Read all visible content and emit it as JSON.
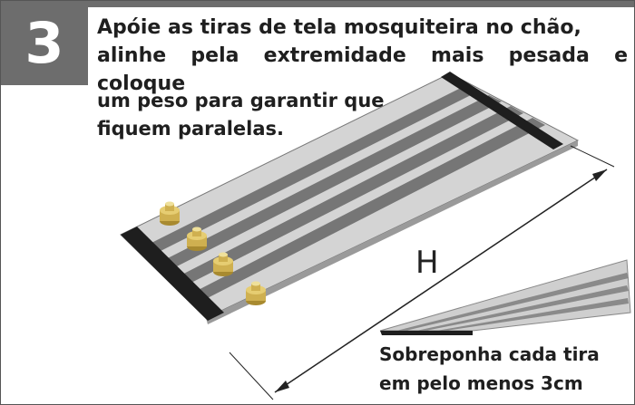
{
  "step": {
    "number": "3"
  },
  "instructions": {
    "line1": "Apóie as tiras de tela mosquiteira no chão,",
    "line2": "alinhe pela extremidade mais pesada e coloque",
    "line3": "um peso para garantir que",
    "line4": "fiquem paralelas."
  },
  "dimension": {
    "label": "H"
  },
  "note": {
    "line1": "Sobreponha cada tira",
    "line2": "em pelo menos 3cm"
  },
  "colors": {
    "step_box": "#6d6d6d",
    "mesh": "#c9c9c9",
    "strip": "#7a7a7a",
    "weight": "#c9a94a"
  }
}
